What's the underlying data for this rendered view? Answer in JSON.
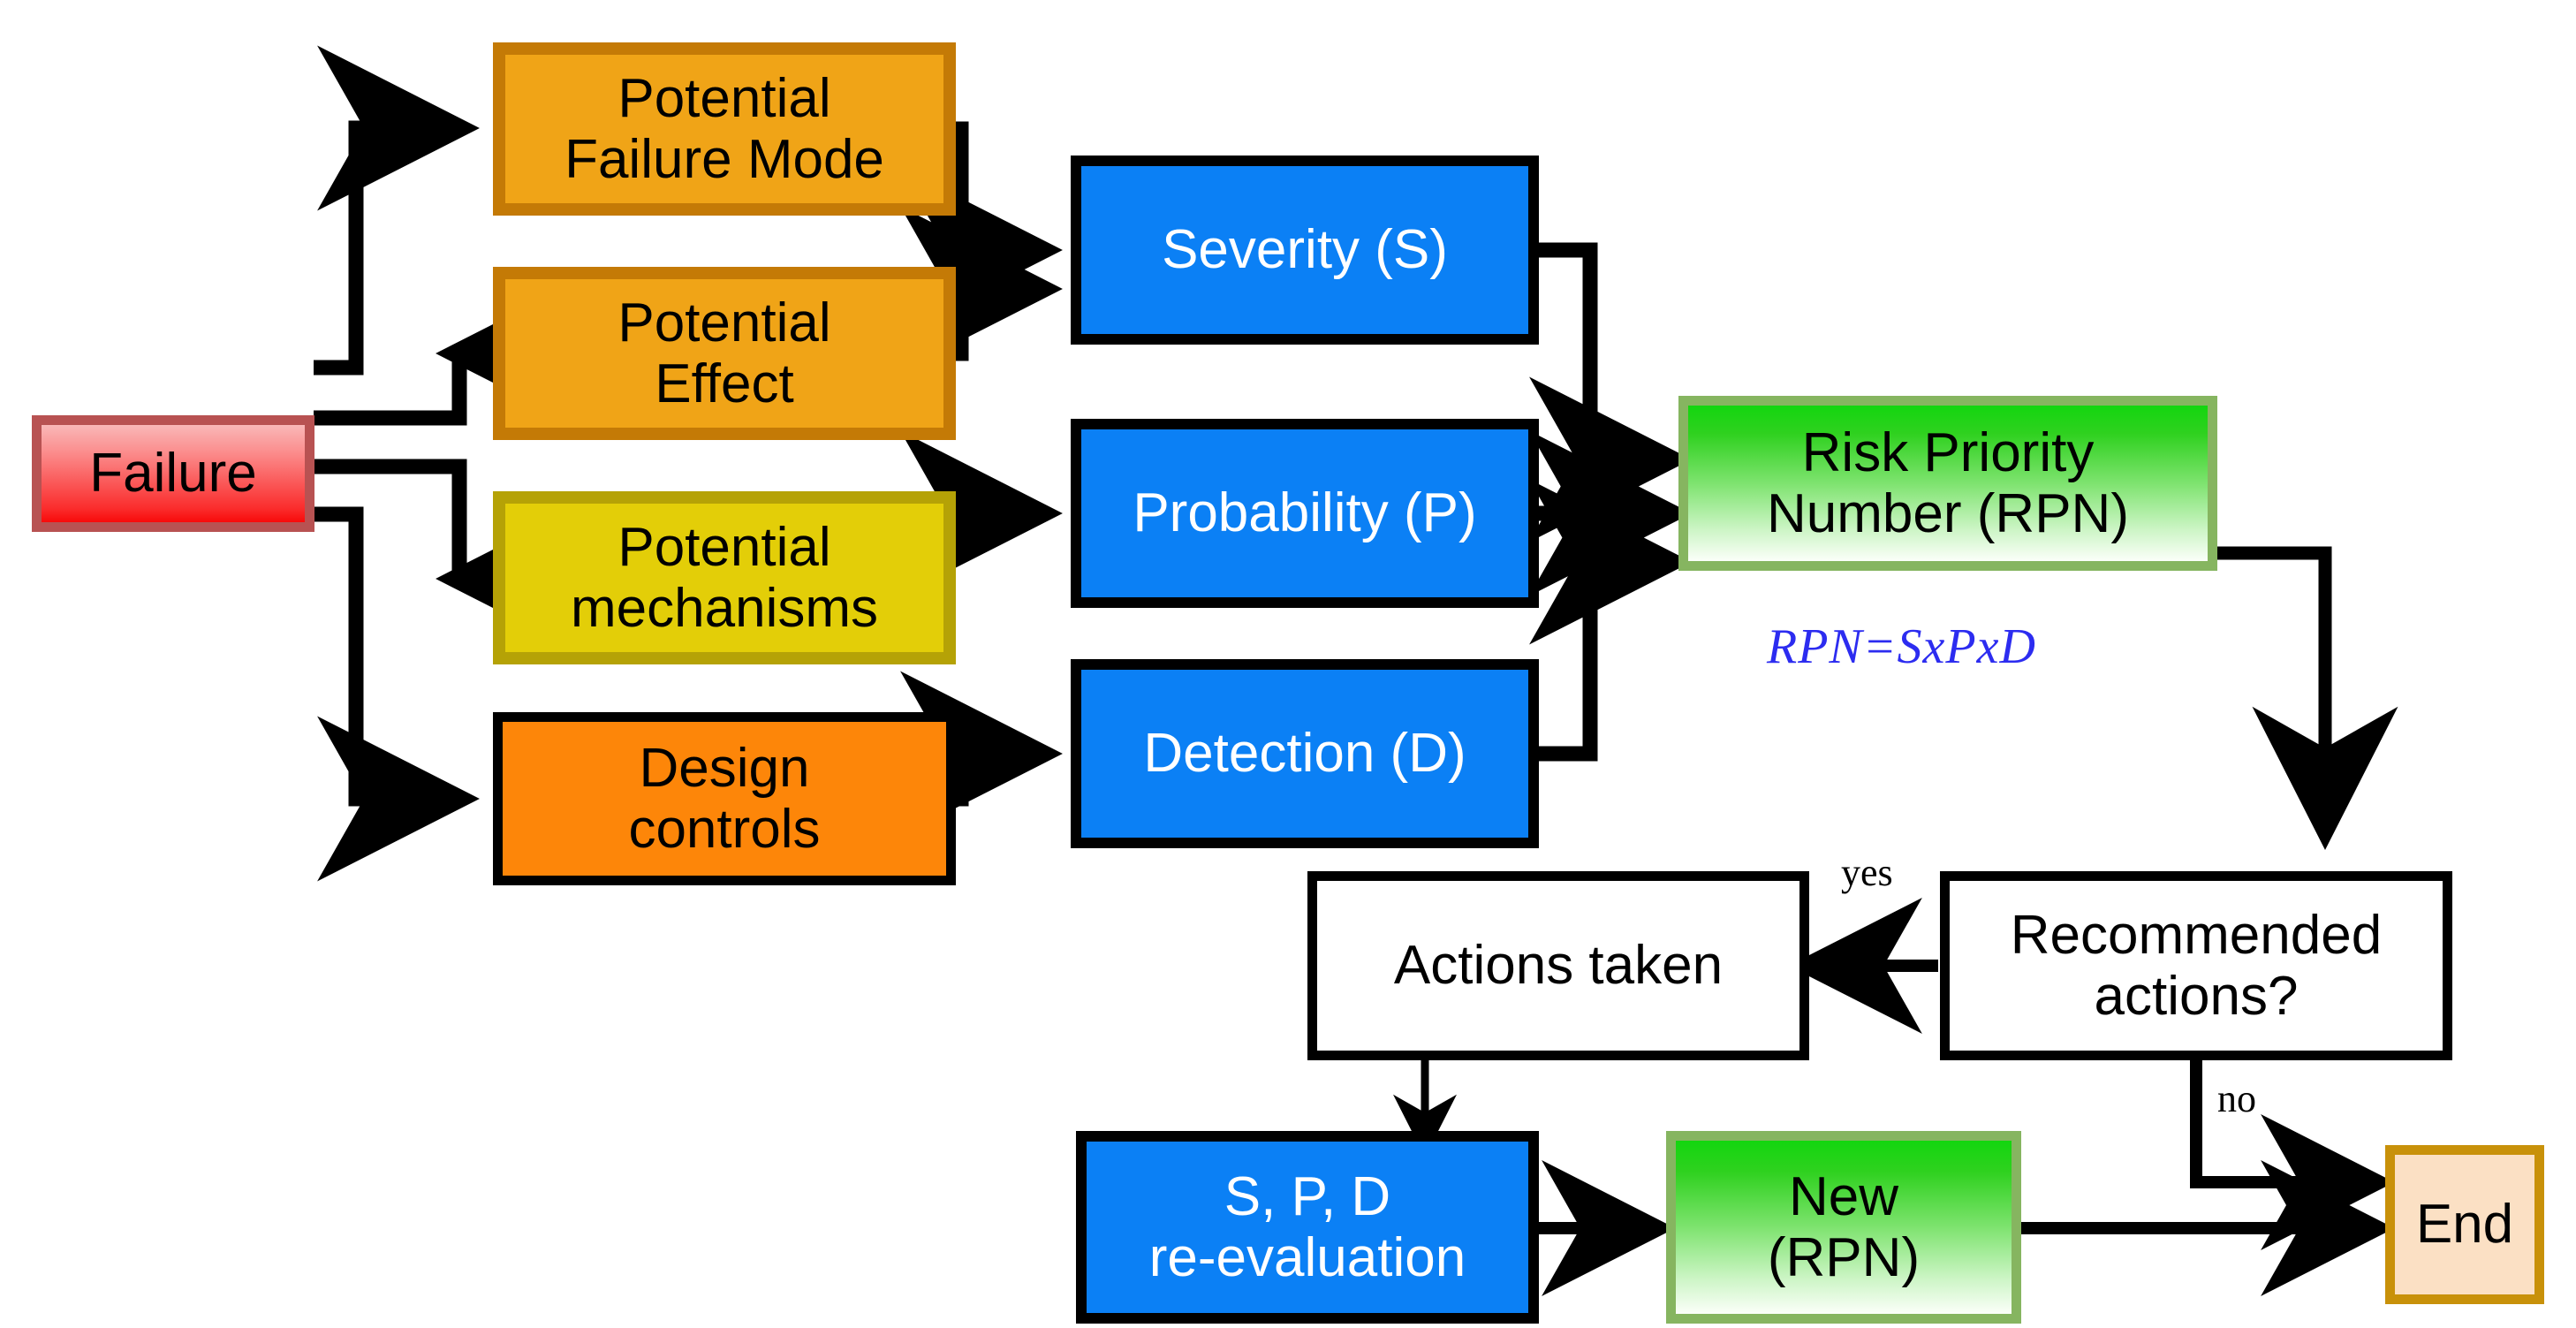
{
  "diagram": {
    "title": "FMEA Risk Priority Number process flowchart",
    "background_color": "#ffffff"
  },
  "nodes": {
    "failure": {
      "label": "Failure",
      "fill": "#fa2e2e",
      "border": "#b85252"
    },
    "failure_mode": {
      "label": "Potential\nFailure Mode",
      "fill": "#f0a417",
      "border": "#c47a06"
    },
    "effect": {
      "label": "Potential\nEffect",
      "fill": "#f0a417",
      "border": "#c47a06"
    },
    "mechanisms": {
      "label": "Potential\nmechanisms",
      "fill": "#e3ce08",
      "border": "#b5a206"
    },
    "design_controls": {
      "label": "Design\ncontrols",
      "fill": "#fd8609",
      "border": "#000000"
    },
    "severity": {
      "label": "Severity (S)",
      "fill": "#0b80f5",
      "border": "#000000"
    },
    "probability": {
      "label": "Probability (P)",
      "fill": "#0b80f5",
      "border": "#000000"
    },
    "detection": {
      "label": "Detection (D)",
      "fill": "#0b80f5",
      "border": "#000000"
    },
    "rpn": {
      "label": "Risk Priority\nNumber (RPN)",
      "fill": "#13d60f",
      "border": "#86b560"
    },
    "recommended": {
      "label": "Recommended\nactions?",
      "fill": "#ffffff",
      "border": "#000000"
    },
    "actions_taken": {
      "label": "Actions taken",
      "fill": "#ffffff",
      "border": "#000000"
    },
    "reevaluation": {
      "label": "S, P, D\nre-evaluation",
      "fill": "#0b80f5",
      "border": "#000000"
    },
    "new_rpn": {
      "label": "New\n(RPN)",
      "fill": "#13d60f",
      "border": "#86b560"
    },
    "end": {
      "label": "End",
      "fill": "#fbe0c4",
      "border": "#c8910a"
    }
  },
  "labels": {
    "formula": "RPN=SxPxD",
    "yes": "yes",
    "no": "no"
  },
  "edges": [
    {
      "from": "failure",
      "to": "failure_mode"
    },
    {
      "from": "failure",
      "to": "effect"
    },
    {
      "from": "failure",
      "to": "mechanisms"
    },
    {
      "from": "failure",
      "to": "design_controls"
    },
    {
      "from": "failure_mode",
      "to": "severity"
    },
    {
      "from": "effect",
      "to": "severity"
    },
    {
      "from": "mechanisms",
      "to": "probability"
    },
    {
      "from": "design_controls",
      "to": "detection"
    },
    {
      "from": "severity",
      "to": "rpn"
    },
    {
      "from": "probability",
      "to": "rpn"
    },
    {
      "from": "detection",
      "to": "rpn"
    },
    {
      "from": "rpn",
      "to": "recommended"
    },
    {
      "from": "recommended",
      "to": "actions_taken",
      "label": "yes"
    },
    {
      "from": "recommended",
      "to": "end",
      "label": "no"
    },
    {
      "from": "actions_taken",
      "to": "reevaluation"
    },
    {
      "from": "reevaluation",
      "to": "new_rpn"
    },
    {
      "from": "new_rpn",
      "to": "end"
    }
  ]
}
